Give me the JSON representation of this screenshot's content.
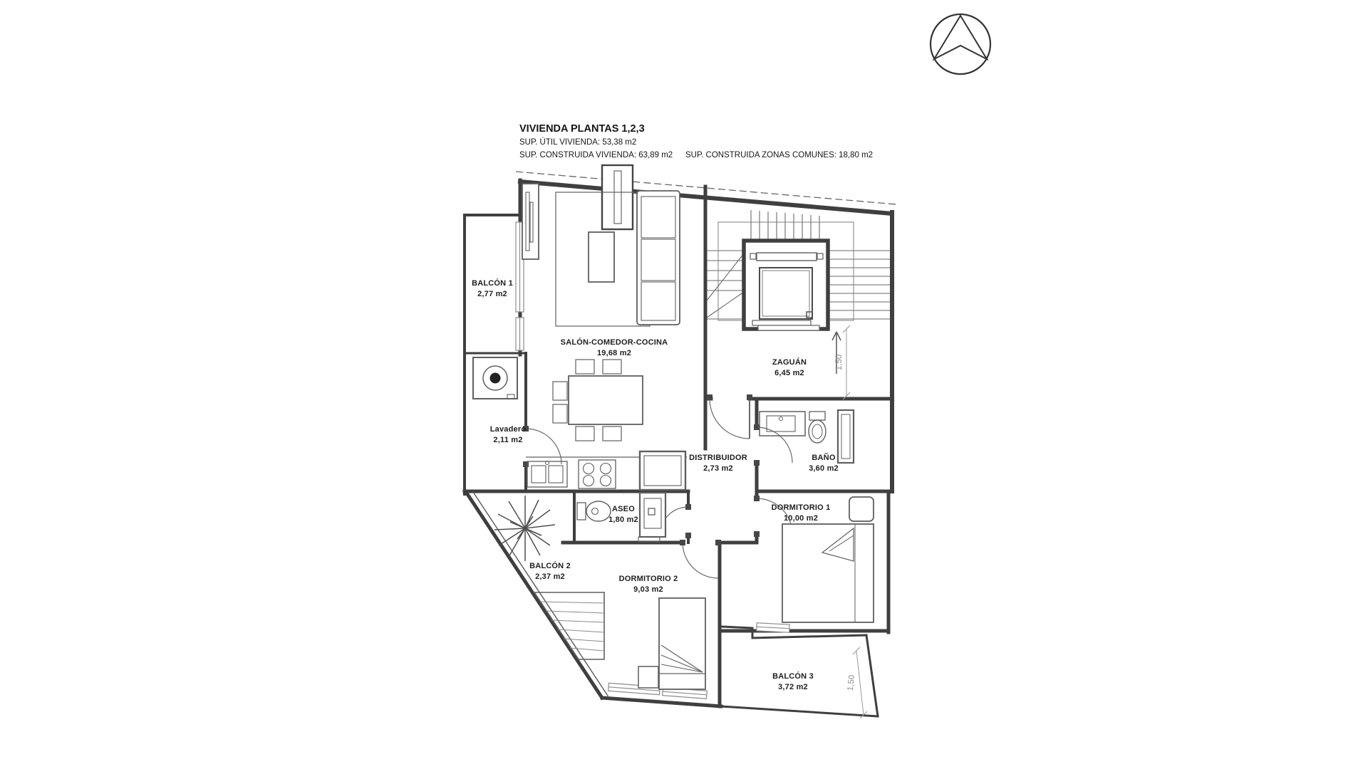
{
  "title_block": {
    "title": "VIVIENDA PLANTAS 1,2,3",
    "sup_util": "SUP. ÚTIL VIVIENDA: 53,38 m2",
    "sup_construida": "SUP. CONSTRUIDA VIVIENDA: 63,89 m2",
    "sup_zonas_comunes": "SUP. CONSTRUIDA ZONAS COMUNES: 18,80 m2"
  },
  "rooms": {
    "balcon1": {
      "name": "BALCÓN 1",
      "area": "2,77 m2"
    },
    "salon": {
      "name": "SALÓN-COMEDOR-COCINA",
      "area": "19,68 m2"
    },
    "zaguan": {
      "name": "ZAGUÁN",
      "area": "6,45 m2"
    },
    "lavadero": {
      "name": "Lavadero",
      "area": "2,11 m2"
    },
    "distribuidor": {
      "name": "DISTRIBUIDOR",
      "area": "2,73 m2"
    },
    "bano": {
      "name": "BAÑO",
      "area": "3,60 m2"
    },
    "aseo": {
      "name": "ASEO",
      "area": "1,80 m2"
    },
    "dormitorio1": {
      "name": "DORMITORIO 1",
      "area": "10,00 m2"
    },
    "dormitorio2": {
      "name": "DORMITORIO 2",
      "area": "9,03 m2"
    },
    "balcon2": {
      "name": "BALCÓN 2",
      "area": "2,37 m2"
    },
    "balcon3": {
      "name": "BALCÓN 3",
      "area": "3,72 m2"
    }
  },
  "dimensions": {
    "zaguan_right": "1,50",
    "balcon3_right": "1,50"
  },
  "icons": {
    "north_arrow": "north-arrow"
  },
  "colors": {
    "wall": "#3f3f3f",
    "furniture": "#5f5f5f",
    "window": "#8c8c8c",
    "dimension": "#8d8d8d",
    "text": "#1e1e1e",
    "background": "#ffffff"
  }
}
